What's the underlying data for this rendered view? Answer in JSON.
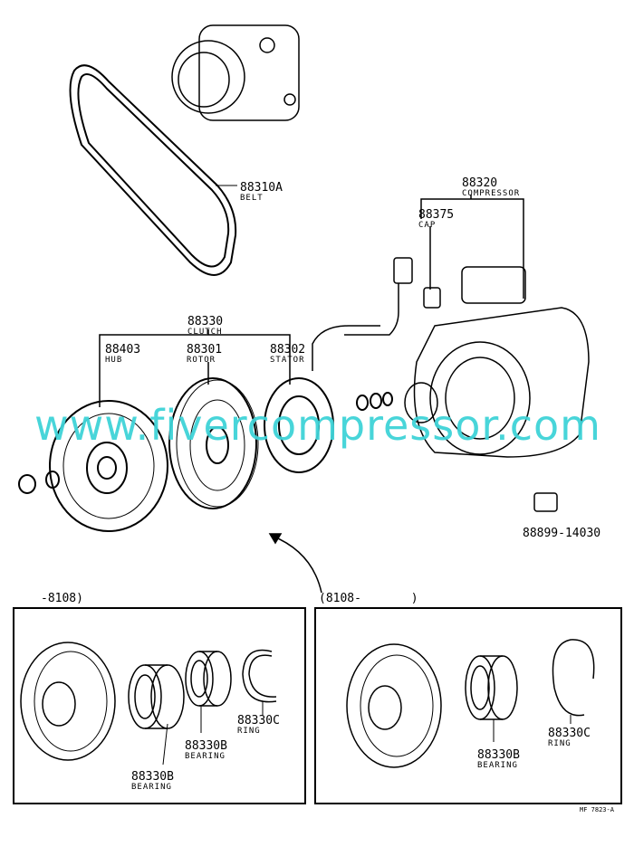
{
  "watermark": "www.fivercompressor.com",
  "parts": {
    "belt": {
      "number": "88310A",
      "name": "BELT"
    },
    "compressor": {
      "number": "88320",
      "name": "COMPRESSOR"
    },
    "cap": {
      "number": "88375",
      "name": "CAP"
    },
    "clutch": {
      "number": "88330",
      "name": "CLUTCH"
    },
    "hub": {
      "number": "88403",
      "name": "HUB"
    },
    "rotor": {
      "number": "88301",
      "name": "ROTOR"
    },
    "stator": {
      "number": "88302",
      "name": "STATOR"
    },
    "switch": {
      "number": "88899-14030"
    }
  },
  "left_box": {
    "range": "-8108)",
    "ring": {
      "number": "88330C",
      "name": "RING"
    },
    "bearing_inner": {
      "number": "88330B",
      "name": "BEARING"
    },
    "bearing_outer": {
      "number": "88330B",
      "name": "BEARING"
    }
  },
  "right_box": {
    "range": "(8108-       )",
    "ring": {
      "number": "88330C",
      "name": "RING"
    },
    "bearing": {
      "number": "88330B",
      "name": "BEARING"
    }
  },
  "drawing_code": "MF 7823-A"
}
